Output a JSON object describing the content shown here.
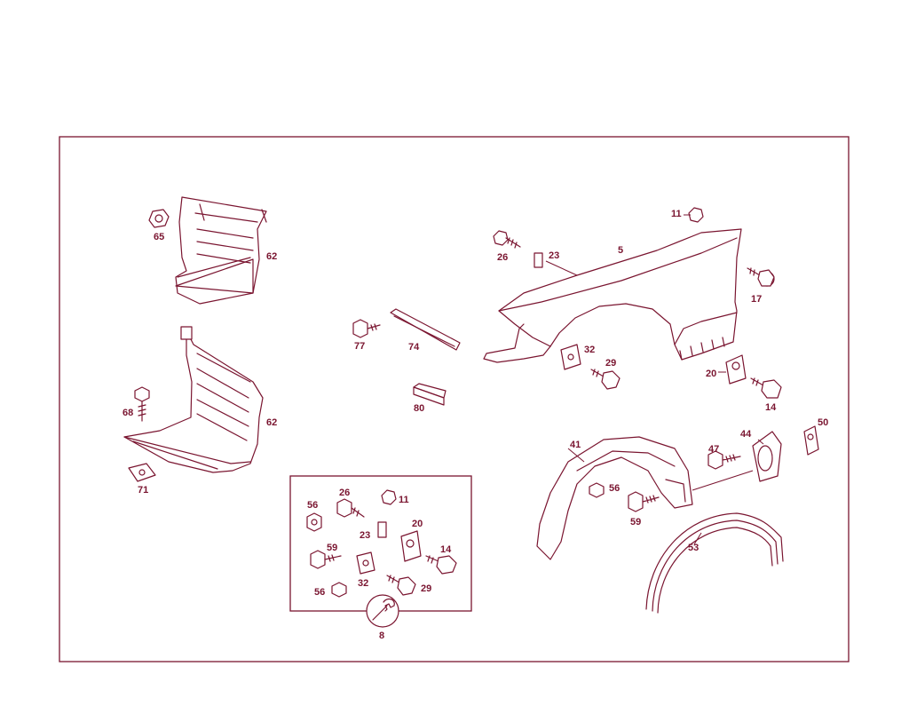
{
  "diagram": {
    "line_color": "#7a1530",
    "background": "#ffffff"
  },
  "labels": {
    "p5": "5",
    "p11": "11",
    "p17": "17",
    "p20": "20",
    "p14": "14",
    "p23": "23",
    "p26": "26",
    "p32": "32",
    "p29": "29",
    "p62a": "62",
    "p62b": "62",
    "p65": "65",
    "p68": "68",
    "p71": "71",
    "p77": "77",
    "p74": "74",
    "p80": "80",
    "p41": "41",
    "p56": "56",
    "p59": "59",
    "p47": "47",
    "p44": "44",
    "p50": "50",
    "p53": "53",
    "kit": {
      "p56a": "56",
      "p26": "26",
      "p11": "11",
      "p23": "23",
      "p20": "20",
      "p59": "59",
      "p14": "14",
      "p32": "32",
      "p56b": "56",
      "p29": "29",
      "p8": "8"
    }
  }
}
